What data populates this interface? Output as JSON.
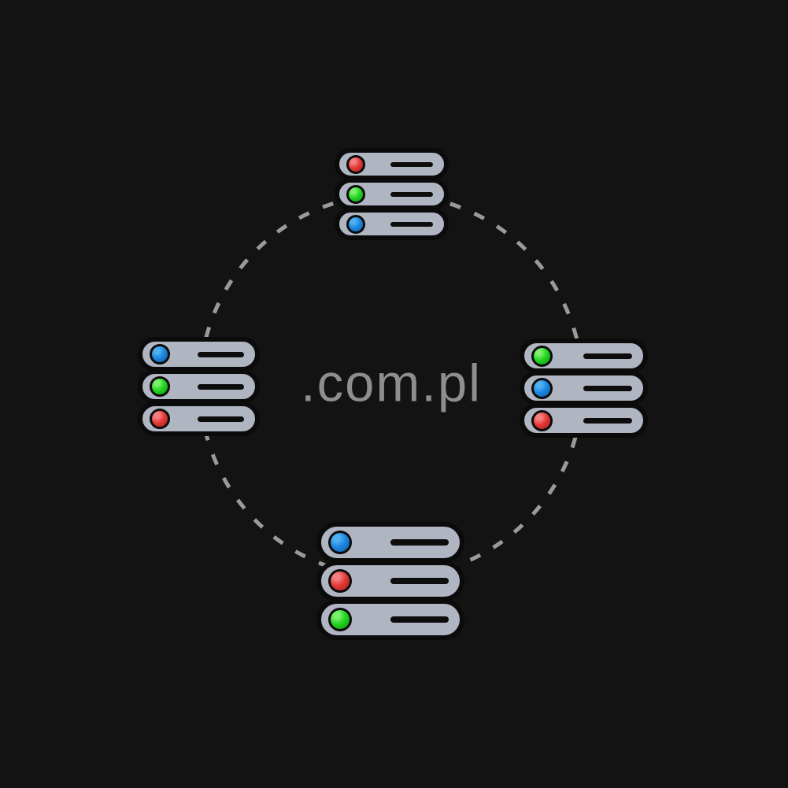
{
  "background": "#131313",
  "center_label": {
    "text": ".com.pl",
    "color": "#8e8e8e"
  },
  "ring": {
    "color": "#9a9a9a",
    "stroke_width": 5,
    "dash_pattern": "14 19"
  },
  "server_style": {
    "body_fill": "#afb6c2",
    "outline": "#0b0b0b",
    "slot_color": "#0d0d0d"
  },
  "led_colors": {
    "red": {
      "main": "#e53935",
      "highlight": "#f28080",
      "dark": "#9e1f1f"
    },
    "green": {
      "main": "#22d622",
      "highlight": "#7bf06a",
      "dark": "#128f12"
    },
    "blue": {
      "main": "#1d87e0",
      "highlight": "#4fb0f0",
      "dark": "#0f5aa5"
    }
  },
  "servers": [
    {
      "name": "server-stack-top",
      "leds": [
        "red",
        "green",
        "blue"
      ]
    },
    {
      "name": "server-stack-left",
      "leds": [
        "blue",
        "green",
        "red"
      ]
    },
    {
      "name": "server-stack-right",
      "leds": [
        "green",
        "blue",
        "red"
      ]
    },
    {
      "name": "server-stack-bottom",
      "leds": [
        "blue",
        "red",
        "green"
      ]
    }
  ]
}
